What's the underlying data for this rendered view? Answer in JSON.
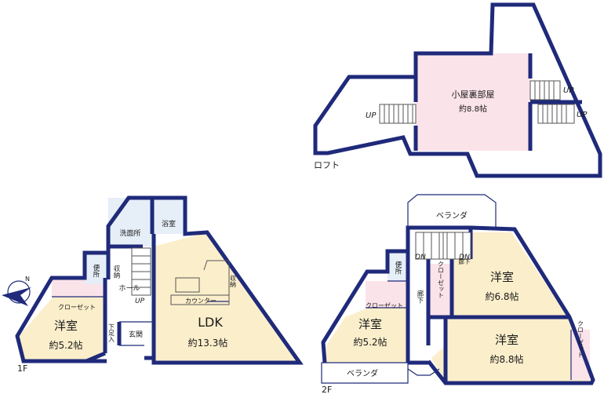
{
  "colors": {
    "wall": "#1f2a7a",
    "room_beige": "#fbeecb",
    "room_pink": "#fbe3ea",
    "room_blue": "#e6eef8",
    "floor_white": "#ffffff"
  },
  "loft": {
    "floor_label": "ロフト",
    "attic_name": "小屋裏部屋",
    "attic_size": "約8.8帖",
    "stairs": [
      "UP",
      "UP",
      "UP"
    ]
  },
  "first_floor": {
    "floor_label": "1F",
    "compass_icon": "compass-icon",
    "bedroom": {
      "name": "洋室",
      "size": "約5.2帖"
    },
    "closet": "クローゼット",
    "toilet": "便所",
    "washroom": "洗面所",
    "bathroom": "浴室",
    "storage": "収納",
    "hall": "ホール",
    "stairs_up": "UP",
    "shoe_storage": "下足入",
    "entrance": "玄関",
    "ldk": {
      "name": "LDK",
      "size": "約13.3帖"
    },
    "counter": "カウンター",
    "ldk_storage": "収納"
  },
  "second_floor": {
    "floor_label": "2F",
    "veranda_top": "ベランダ",
    "veranda_bottom": "ベランダ",
    "toilet": "便所",
    "stairs_dn_left": "DN",
    "stairs_dn_right": "DN",
    "hallway_small": "廊下",
    "hallway": "廊下",
    "closet_left": "クローゼット",
    "closet_center": "クローゼット",
    "closet_right": "クローゼット",
    "room_left": {
      "name": "洋室",
      "size": "約5.2帖"
    },
    "room_top_right": {
      "name": "洋室",
      "size": "約6.8帖"
    },
    "room_bottom_right": {
      "name": "洋室",
      "size": "約8.8帖"
    }
  }
}
